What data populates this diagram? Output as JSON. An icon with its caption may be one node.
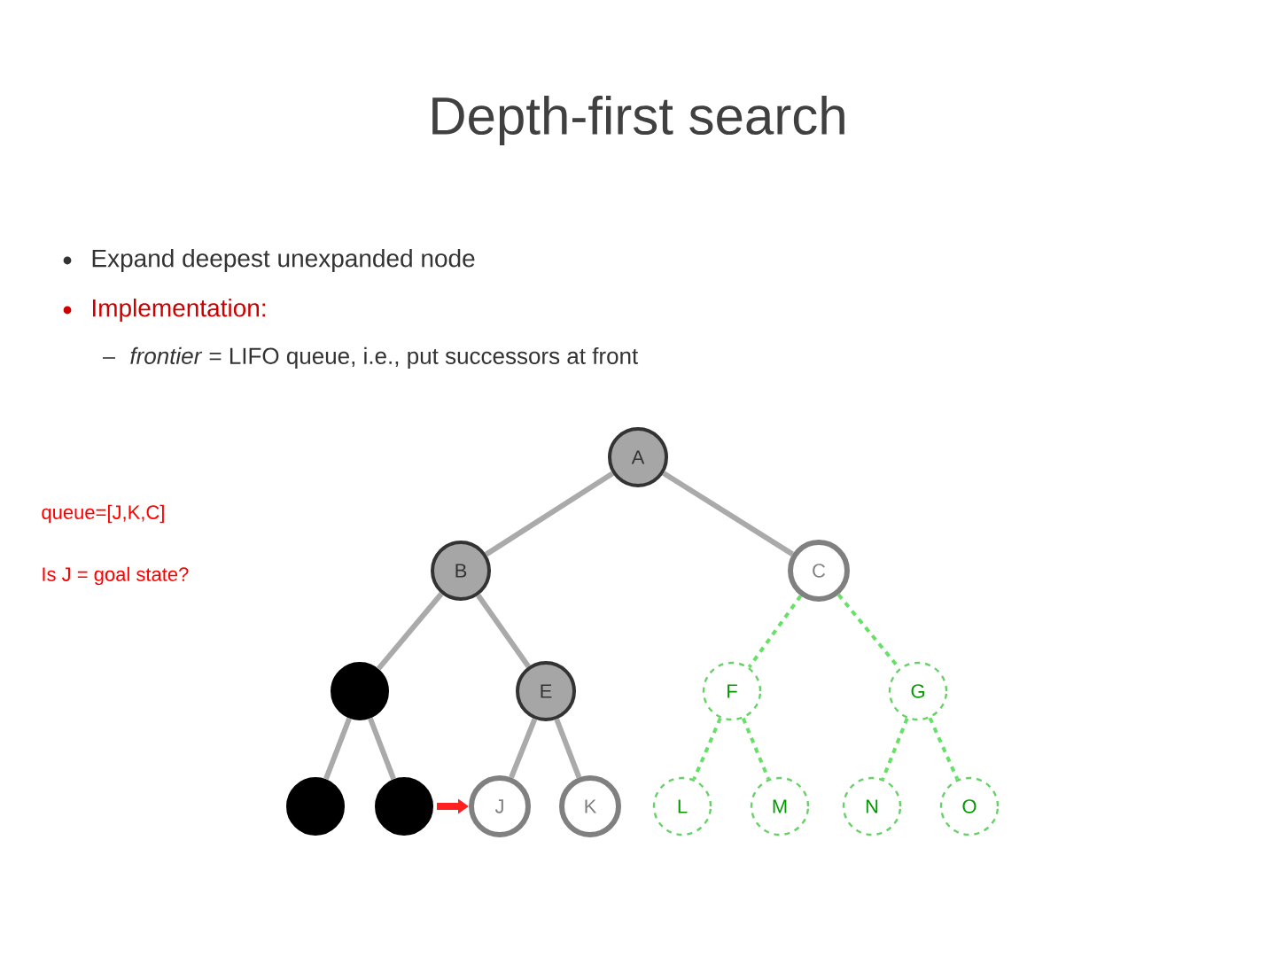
{
  "diagram": {
    "title": "Depth-first search",
    "nodes": [
      {
        "text": [
          "A"
        ]
      },
      {
        "text": [
          "B"
        ]
      },
      {
        "text": [
          "C"
        ]
      },
      {
        "text": [],
        "shape": "circle"
      },
      {
        "text": [
          "E"
        ]
      },
      {
        "text": [
          "F"
        ]
      },
      {
        "text": [
          "G"
        ]
      },
      {
        "text": [],
        "shape": "circle"
      },
      {
        "text": [],
        "shape": "circle"
      },
      {
        "text": [
          "J"
        ]
      },
      {
        "text": [
          "K"
        ]
      },
      {
        "text": [
          "L"
        ]
      },
      {
        "text": [
          "M"
        ]
      },
      {
        "text": [
          "N"
        ]
      },
      {
        "text": [
          "O"
        ]
      }
    ],
    "edges": [
      {
        "from": 0,
        "to": 1,
        "arrow": "none"
      },
      {
        "from": 0,
        "to": 2,
        "arrow": "none"
      },
      {
        "from": 1,
        "to": 3,
        "arrow": "none"
      },
      {
        "from": 1,
        "to": 4,
        "arrow": "none"
      },
      {
        "from": 2,
        "to": 5,
        "arrow": "none",
        "style": "dashed",
        "color": "#66e066"
      },
      {
        "from": 2,
        "to": 6,
        "arrow": "none",
        "style": "dashed",
        "color": "#66e066"
      },
      {
        "from": 3,
        "to": 7,
        "arrow": "none"
      },
      {
        "from": 3,
        "to": 8,
        "arrow": "none"
      },
      {
        "from": 4,
        "to": 9,
        "arrow": "none"
      },
      {
        "from": 4,
        "to": 10,
        "arrow": "none"
      },
      {
        "from": 5,
        "to": 11,
        "arrow": "none",
        "style": "dashed",
        "color": "#66e066"
      },
      {
        "from": 5,
        "to": 12,
        "arrow": "none",
        "style": "dashed",
        "color": "#66e066"
      },
      {
        "from": 6,
        "to": 13,
        "arrow": "none",
        "style": "dashed",
        "color": "#66e066"
      },
      {
        "from": 6,
        "to": 14,
        "arrow": "none",
        "style": "dashed",
        "color": "#66e066"
      },
      {
        "from": 8,
        "to": 9,
        "arrow": "to",
        "color": "#ff2020"
      }
    ],
    "labels": [
      "Expand deepest unexpanded node",
      "Implementation:",
      "*frontier* = LIFO queue, i.e., put successors at front",
      "queue=[J,K,C]",
      "Is J = goal state?"
    ]
  }
}
